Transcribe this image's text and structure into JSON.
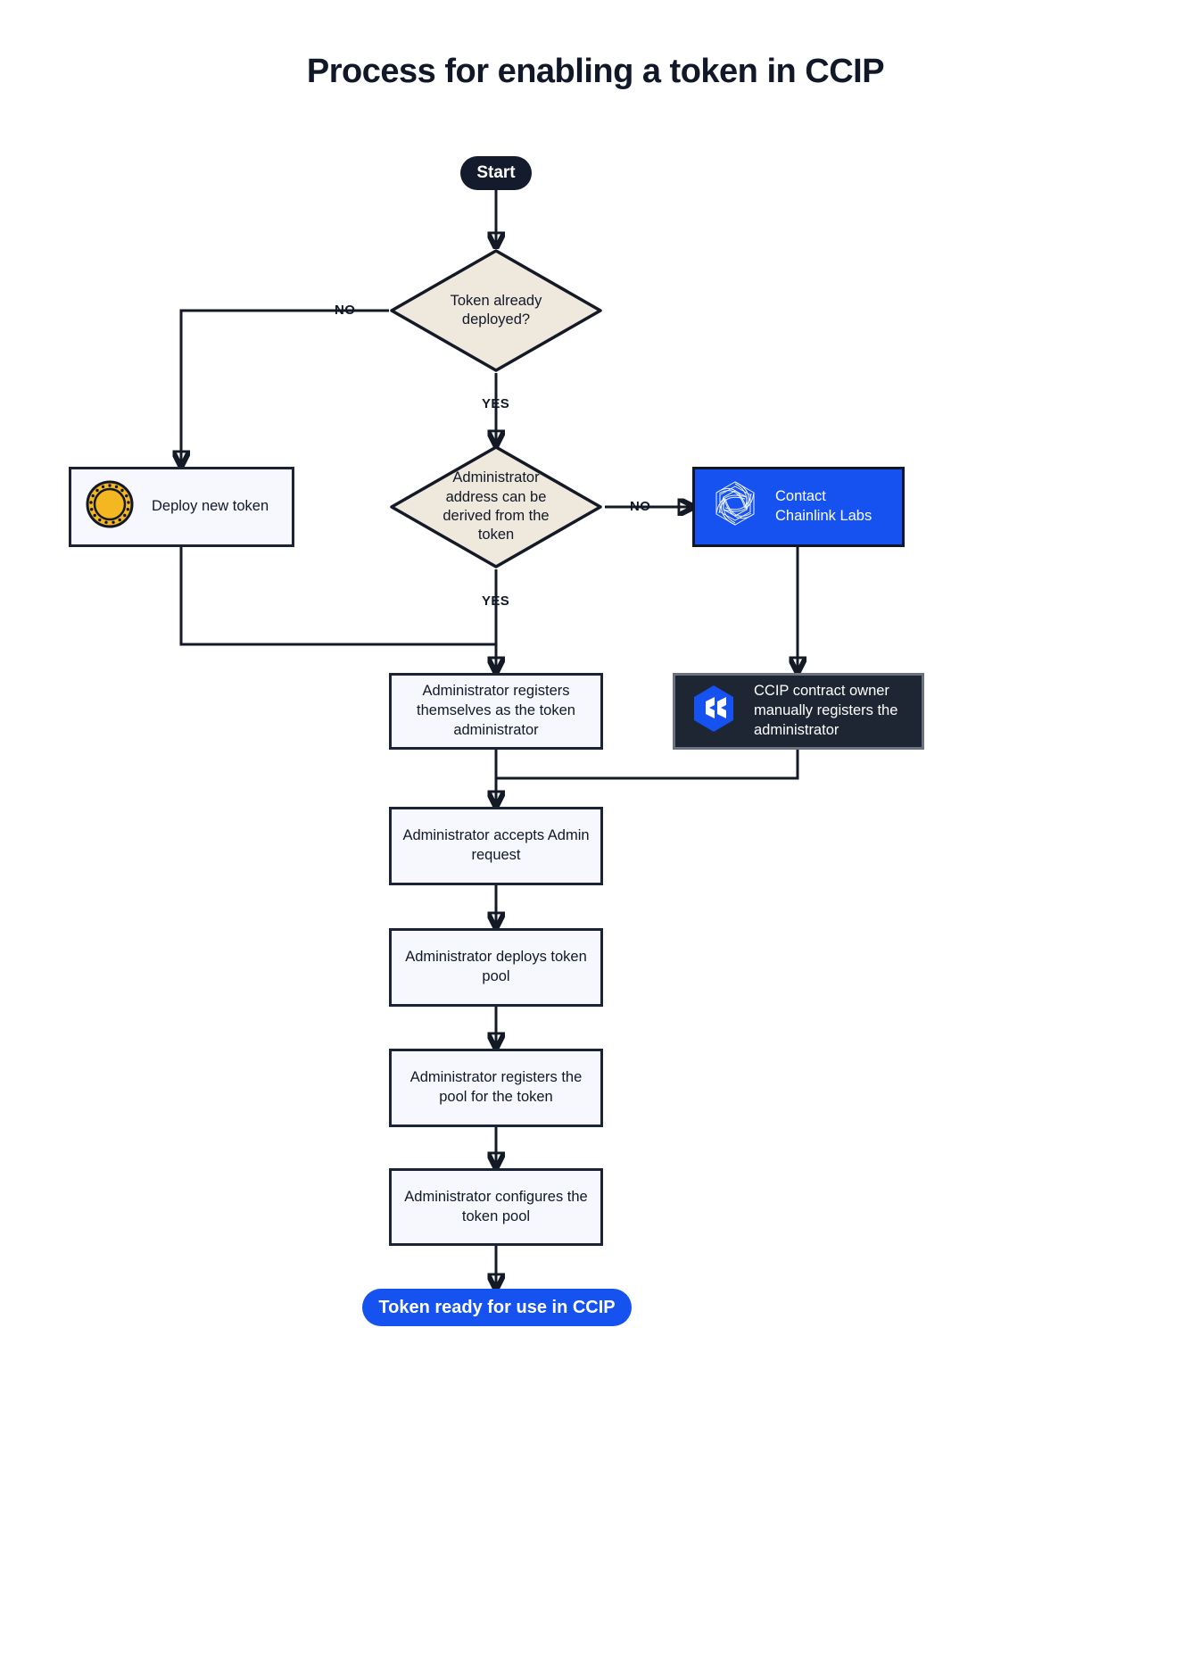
{
  "page": {
    "title": "Process for enabling a token in CCIP"
  },
  "nodes": {
    "start": {
      "label": "Start",
      "shape": "pill",
      "color": "#141b2d"
    },
    "decision_deployed": {
      "label": "Token already deployed?",
      "shape": "diamond",
      "color": "#efe8dd"
    },
    "deploy_new_token": {
      "label": "Deploy new token",
      "shape": "rect-icon",
      "icon": "gold-coin-icon",
      "color": "#f6f8fd"
    },
    "decision_admin_derived": {
      "label": "Administrator address can be derived from the token",
      "shape": "diamond",
      "color": "#efe8dd"
    },
    "contact_chainlink": {
      "label": "Contact Chainlink Labs",
      "shape": "rect-icon",
      "icon": "chainlink-logo-icon",
      "color": "#1552f0"
    },
    "admin_registers_self": {
      "label": "Administrator registers themselves as the token administrator",
      "shape": "rect",
      "color": "#f6f8fd"
    },
    "ccip_owner_registers": {
      "label": "CCIP contract owner manually registers the administrator",
      "shape": "rect-icon",
      "icon": "ccip-hexagon-icon",
      "color": "#1e2633"
    },
    "admin_accepts": {
      "label": "Administrator accepts Admin request",
      "shape": "rect",
      "color": "#f6f8fd"
    },
    "admin_deploys_pool": {
      "label": "Administrator deploys token pool",
      "shape": "rect",
      "color": "#f6f8fd"
    },
    "admin_registers_pool": {
      "label": "Administrator registers the pool for the token",
      "shape": "rect",
      "color": "#f6f8fd"
    },
    "admin_configures_pool": {
      "label": "Administrator configures the token pool",
      "shape": "rect",
      "color": "#f6f8fd"
    },
    "end": {
      "label": "Token ready for use in CCIP",
      "shape": "pill",
      "color": "#1552f0"
    }
  },
  "edge_labels": {
    "deployed_no": "NO",
    "deployed_yes": "YES",
    "admin_no": "NO",
    "admin_yes": "YES"
  },
  "colors": {
    "accent_blue": "#1552f0",
    "dark": "#1e2633",
    "diamond_fill": "#efe8dd",
    "box_fill": "#f6f8fd",
    "stroke": "#131a26",
    "coin_gold": "#f5b721"
  }
}
